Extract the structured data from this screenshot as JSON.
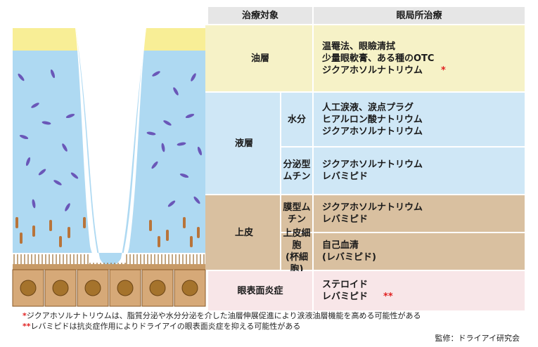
{
  "header": {
    "target": "治療対象",
    "treatment": "眼局所治療"
  },
  "rows": {
    "oil": {
      "label": "油層",
      "lines": [
        "温罨法、眼瞼清拭",
        "少量眼軟膏、ある種のOTC",
        "ジクアホソルナトリウム"
      ],
      "mark": "*"
    },
    "liquid": {
      "label": "液層",
      "water": {
        "label": "水分",
        "lines": [
          "人工涙液、涙点プラグ",
          "ヒアルロン酸ナトリウム",
          "ジクアホソルナトリウム"
        ]
      },
      "mucin": {
        "label1": "分泌型",
        "label2": "ムチン",
        "lines": [
          "ジクアホソルナトリウム",
          "レバミピド"
        ]
      }
    },
    "epithelium": {
      "label": "上皮",
      "membrane": {
        "label": "膜型ムチン",
        "lines": [
          "ジクアホソルナトリウム",
          "レバミピド"
        ]
      },
      "cells": {
        "label1": "上皮細胞",
        "label2": "(杯細胞)",
        "lines": [
          "自己血清",
          "(レバミピド)"
        ]
      }
    },
    "inflammation": {
      "label": "眼表面炎症",
      "lines": [
        "ステロイド",
        "レバミピド"
      ],
      "mark": "**"
    }
  },
  "footnotes": [
    {
      "mark": "*",
      "text": "ジクアホソルナトリウムは、脂質分泌や水分分泌を介した油層伸展促進により涙液油層機能を高める可能性がある"
    },
    {
      "mark": "**",
      "text": "レバミピドは抗炎症作用によりドライアイの眼表面炎症を抑える可能性がある"
    }
  ],
  "supervision": "監修：ドライアイ研究会",
  "colors": {
    "oil": "#f6f2c7",
    "liquid": "#cfe7f6",
    "epithelium": "#d9c0a0",
    "inflammation": "#f8e6e8",
    "illus_oil": "#f8ee96",
    "illus_water": "#aed9f2",
    "cell": "#d6a978",
    "nucleus": "#a5732c",
    "mucin": "#6a57b8",
    "goblet": "#b8743a",
    "accent": "#e02020"
  }
}
